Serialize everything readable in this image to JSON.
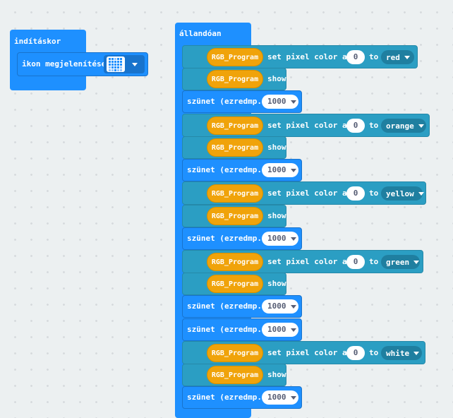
{
  "start_block": {
    "header": "indításkor",
    "show_icon_label": "ikon megjelenítése:",
    "icon_value": "heart-icon"
  },
  "forever_block": {
    "header": "állandóan",
    "rows": [
      {
        "kind": "set",
        "module": "RGB_Program",
        "text": "set pixel color at",
        "index": "0",
        "to": "to",
        "color": "red"
      },
      {
        "kind": "show",
        "module": "RGB_Program",
        "text": "show"
      },
      {
        "kind": "pause",
        "text": "szünet (ezredmp.)",
        "value": "1000"
      },
      {
        "kind": "set",
        "module": "RGB_Program",
        "text": "set pixel color at",
        "index": "0",
        "to": "to",
        "color": "orange"
      },
      {
        "kind": "show",
        "module": "RGB_Program",
        "text": "show"
      },
      {
        "kind": "pause",
        "text": "szünet (ezredmp.)",
        "value": "1000"
      },
      {
        "kind": "set",
        "module": "RGB_Program",
        "text": "set pixel color at",
        "index": "0",
        "to": "to",
        "color": "yellow"
      },
      {
        "kind": "show",
        "module": "RGB_Program",
        "text": "show"
      },
      {
        "kind": "pause",
        "text": "szünet (ezredmp.)",
        "value": "1000"
      },
      {
        "kind": "set",
        "module": "RGB_Program",
        "text": "set pixel color at",
        "index": "0",
        "to": "to",
        "color": "green"
      },
      {
        "kind": "show",
        "module": "RGB_Program",
        "text": "show"
      },
      {
        "kind": "pause",
        "text": "szünet (ezredmp.)",
        "value": "1000"
      },
      {
        "kind": "pause",
        "text": "szünet (ezredmp.)",
        "value": "1000"
      },
      {
        "kind": "set",
        "module": "RGB_Program",
        "text": "set pixel color at",
        "index": "0",
        "to": "to",
        "color": "white"
      },
      {
        "kind": "show",
        "module": "RGB_Program",
        "text": "show"
      },
      {
        "kind": "pause",
        "text": "szünet (ezredmp.)",
        "value": "1000"
      }
    ]
  },
  "colors": {
    "event_blue": "#1e90ff",
    "neopixel_teal": "#2b9ec3",
    "variable_orange": "#f0a30a",
    "workspace": "#ecf0f1"
  }
}
